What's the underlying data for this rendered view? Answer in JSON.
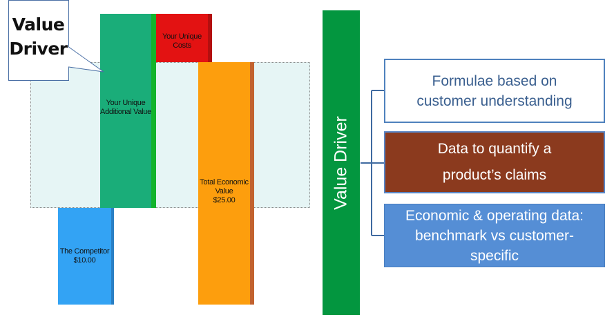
{
  "callout": {
    "line1": "Value",
    "line2": "Driver"
  },
  "chart": {
    "bars": {
      "additional_value": "Your Unique Additional Value",
      "costs_line1": "Your Unique",
      "costs_line2": "Costs",
      "tev_line1": "Total Economic",
      "tev_line2": "Value",
      "tev_value": "$25.00",
      "competitor_label": "The Competitor",
      "competitor_value": "$10.00"
    }
  },
  "chart_data": {
    "type": "bar",
    "categories": [
      "The Competitor",
      "Your Unique Additional Value",
      "Your Unique Costs",
      "Total Economic Value"
    ],
    "labeled_values": {
      "The Competitor": 10.0,
      "Total Economic Value": 25.0
    },
    "colors": {
      "competitor": "#33a3f4",
      "additional": "#1aad79",
      "costs": "#e31212",
      "tev": "#fd9e0d"
    }
  },
  "diagram": {
    "root": "Value Driver",
    "items": [
      {
        "label": "Formulae based on customer understanding",
        "line1": "Formulae based on",
        "line2": "customer understanding"
      },
      {
        "label": "Data to quantify a product’s claims",
        "line1": "Data to quantify a",
        "line2": "product’s claims"
      },
      {
        "label": "Economic & operating data: benchmark vs customer-specific",
        "line1": "Economic & operating data:",
        "line2": "benchmark vs customer-",
        "line3": "specific"
      }
    ],
    "colors": {
      "root": "#03963f",
      "item1": "#ffffff",
      "item2": "#8b3a1e",
      "item3": "#558ed5",
      "connector": "#3f6aa0"
    }
  }
}
